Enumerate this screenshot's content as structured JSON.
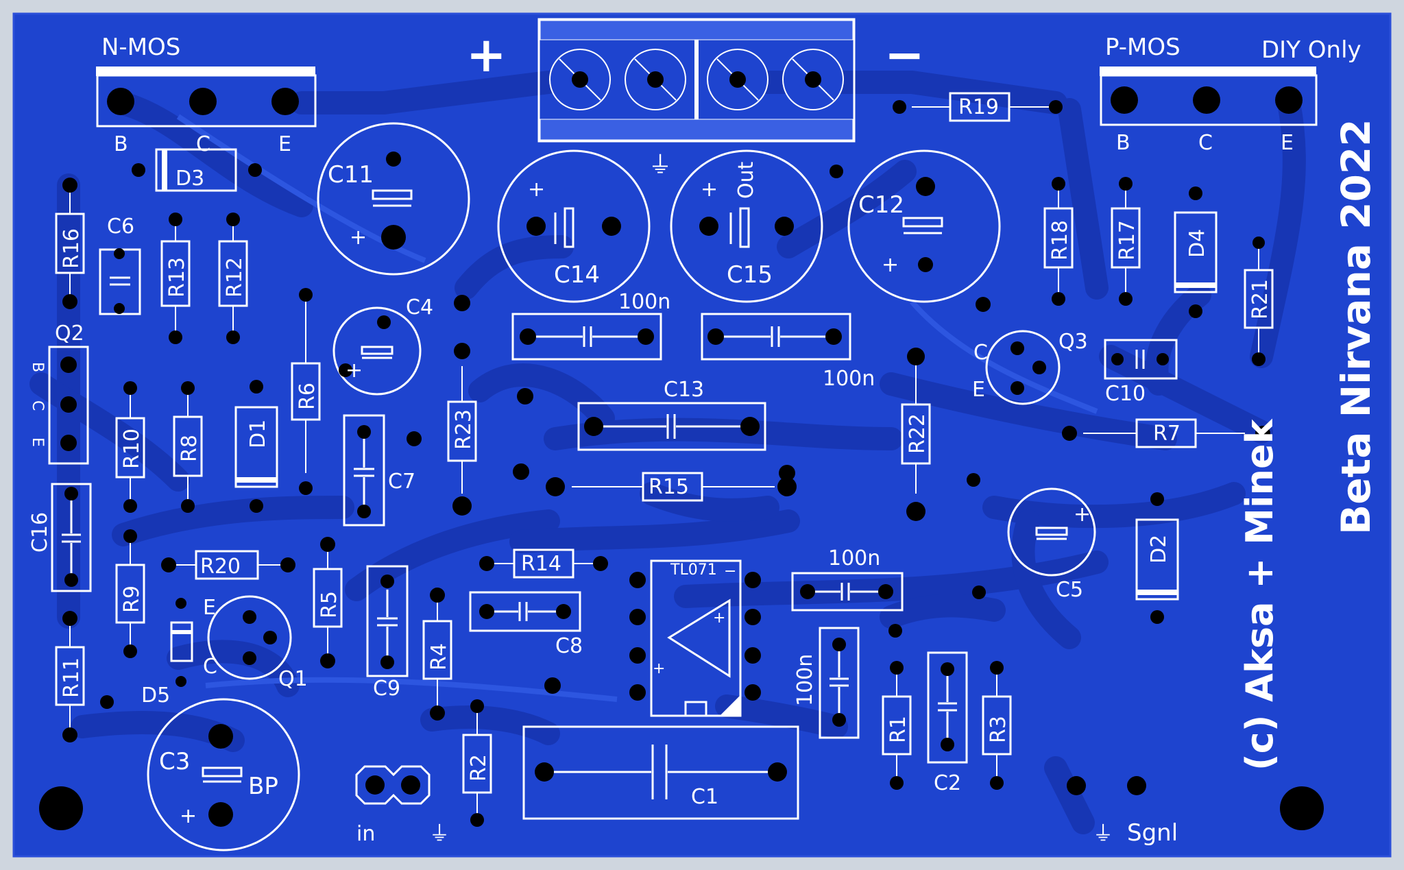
{
  "board": {
    "title": "Beta Nirvana 2022",
    "copyright": "(c) Aksa + Minek",
    "diy_note": "DIY Only",
    "colors": {
      "board": "#1e44cf",
      "pour": "#2a4fd8",
      "trace": "#1736b4",
      "silk": "#ffffff",
      "pad": "#000000",
      "edge": "#cfd6df"
    }
  },
  "headers": {
    "nmos": {
      "title": "N-MOS",
      "pins": [
        "B",
        "C",
        "E"
      ]
    },
    "pmos": {
      "title": "P-MOS",
      "pins": [
        "B",
        "C",
        "E"
      ]
    }
  },
  "power": {
    "plus": "+",
    "minus": "−",
    "ground_symbol": "⏚"
  },
  "io": {
    "input": "in",
    "signal": "Sgnl",
    "output": "Out"
  },
  "transistors": {
    "q1": {
      "ref": "Q1",
      "pins": [
        "E",
        "C"
      ]
    },
    "q2": {
      "ref": "Q2",
      "pins": [
        "B",
        "C",
        "E"
      ]
    },
    "q3": {
      "ref": "Q3",
      "pins": [
        "C",
        "E"
      ]
    }
  },
  "ic": {
    "ref": "TL071",
    "plus": "+",
    "minus": "−"
  },
  "capacitors": {
    "c1": "C1",
    "c2": "C2",
    "c3": "C3",
    "c3_note": "BP",
    "c4": "C4",
    "c5": "C5",
    "c6": "C6",
    "c7": "C7",
    "c8": "C8",
    "c9": "C9",
    "c10": "C10",
    "c11": "C11",
    "c12": "C12",
    "c13": "C13",
    "c14": "C14",
    "c15": "C15",
    "c16": "C16",
    "value_100n": "100n",
    "polarity_plus": "+"
  },
  "resistors": {
    "r1": "R1",
    "r2": "R2",
    "r3": "R3",
    "r4": "R4",
    "r5": "R5",
    "r6": "R6",
    "r7": "R7",
    "r8": "R8",
    "r9": "R9",
    "r10": "R10",
    "r11": "R11",
    "r12": "R12",
    "r13": "R13",
    "r14": "R14",
    "r15": "R15",
    "r16": "R16",
    "r17": "R17",
    "r18": "R18",
    "r19": "R19",
    "r20": "R20",
    "r21": "R21",
    "r22": "R22",
    "r23": "R23"
  },
  "diodes": {
    "d1": "D1",
    "d2": "D2",
    "d3": "D3",
    "d4": "D4",
    "d5": "D5"
  }
}
